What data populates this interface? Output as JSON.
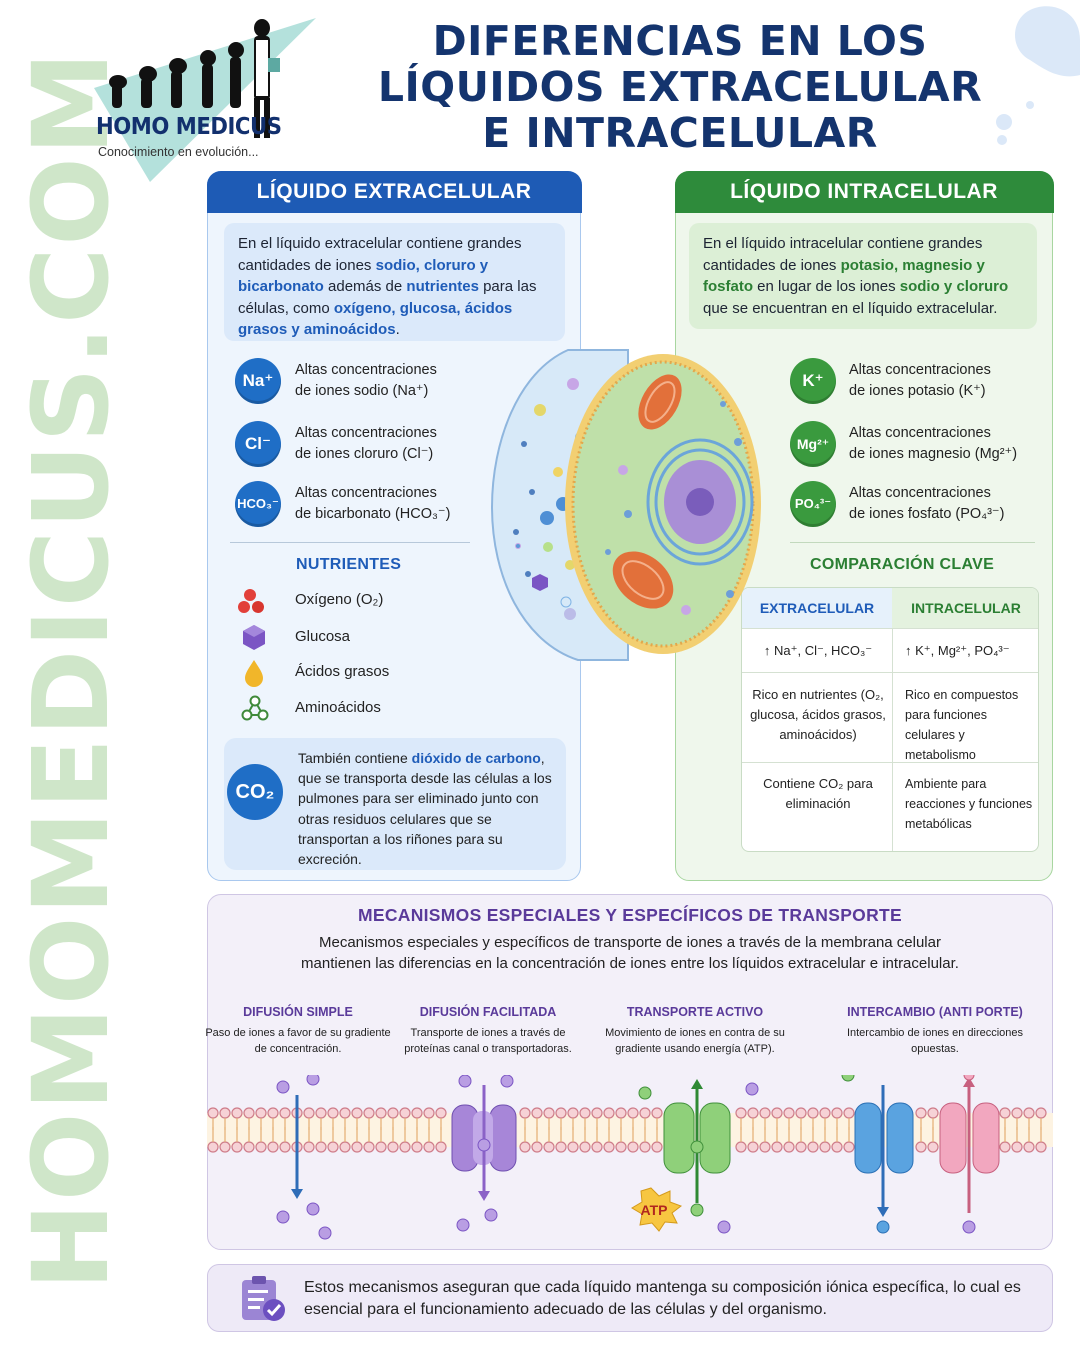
{
  "logo": {
    "brand": "HOMO MEDICUS",
    "tagline": "Conocimiento en evolución..."
  },
  "title": {
    "line1": "DIFERENCIAS EN LOS",
    "line2": "LÍQUIDOS EXTRACELULAR",
    "line3": "E INTRACELULAR"
  },
  "watermark": "HOMOMEDICUS.COM",
  "extracellular": {
    "header": "LÍQUIDO EXTRACELULAR",
    "intro": {
      "t1": "En el líquido extracelular contiene grandes cantidades de iones ",
      "h1": "sodio, cloruro y bicarbonato",
      "t2": " además de ",
      "h2": "nutrientes",
      "t3": " para las células, como ",
      "h3": "oxígeno, glucosa, ácidos grasos y aminoácidos",
      "t4": "."
    },
    "ions": [
      {
        "badge": "Na⁺",
        "line1": "Altas concentraciones",
        "line2": "de iones sodio (Na⁺)"
      },
      {
        "badge": "Cl⁻",
        "line1": "Altas concentraciones",
        "line2": "de iones cloruro (Cl⁻)"
      },
      {
        "badge": "HCO₃⁻",
        "line1": "Altas concentraciones",
        "line2": "de bicarbonato (HCO₃⁻)"
      }
    ],
    "nutrients_header": "NUTRIENTES",
    "nutrients": [
      "Oxígeno (O₂)",
      "Glucosa",
      "Ácidos grasos",
      "Aminoácidos"
    ],
    "co2": {
      "badge": "CO₂",
      "t1": "También contiene ",
      "h1": "dióxido de carbono",
      "t2": ", que se transporta desde las células a los pulmones para ser eliminado junto con otras residuos celulares que se transportan a los riñones para su excreción."
    }
  },
  "intracellular": {
    "header": "LÍQUIDO INTRACELULAR",
    "intro": {
      "t1": "En el líquido intracelular contiene grandes cantidades de iones ",
      "h1": "potasio, magnesio y fosfato",
      "t2": " en lugar de los iones ",
      "h2": "sodio y cloruro",
      "t3": " que se encuentran en el líquido extracelular."
    },
    "ions": [
      {
        "badge": "K⁺",
        "line1": "Altas concentraciones",
        "line2": "de iones potasio (K⁺)"
      },
      {
        "badge": "Mg²⁺",
        "line1": "Altas concentraciones",
        "line2": "de iones magnesio (Mg²⁺)"
      },
      {
        "badge": "PO₄³⁻",
        "line1": "Altas concentraciones",
        "line2": "de iones fosfato (PO₄³⁻)"
      }
    ],
    "comparison_header": "COMPARACIÓN CLAVE",
    "comparison": {
      "col1": "EXTRACELULAR",
      "col2": "INTRACELULAR",
      "rows": [
        {
          "left": "↑ Na⁺, Cl⁻, HCO₃⁻",
          "right": "↑ K⁺, Mg²⁺, PO₄³⁻"
        },
        {
          "left": "Rico en nutrientes (O₂, glucosa, ácidos grasos, aminoácidos)",
          "right": "Rico en compuestos para funciones celulares y metabolismo"
        },
        {
          "left": "Contiene CO₂ para eliminación",
          "right": "Ambiente para reacciones y funciones metabólicas"
        }
      ]
    }
  },
  "transport": {
    "title": "MECANISMOS ESPECIALES Y ESPECÍFICOS DE TRANSPORTE",
    "subtitle": "Mecanismos especiales y específicos de transporte de iones a través de la membrana celular mantienen las diferencias en la concentración de iones entre los líquidos extracelular e intracelular.",
    "mechanisms": [
      {
        "title": "DIFUSIÓN SIMPLE",
        "desc": "Paso de iones a favor de su gradiente de concentración."
      },
      {
        "title": "DIFUSIÓN FACILITADA",
        "desc": "Transporte de iones a través de proteínas canal o transportadoras."
      },
      {
        "title": "TRANSPORTE ACTIVO",
        "desc": "Movimiento de iones en contra de su gradiente usando energía (ATP)."
      },
      {
        "title": "INTERCAMBIO (ANTI PORTE)",
        "desc": "Intercambio de iones en direcciones opuestas."
      }
    ],
    "atp_label": "ATP"
  },
  "note": "Estos mecanismos aseguran que cada líquido mantenga su composición iónica específica, lo cual es esencial para el funcionamiento adecuado de las células y del organismo.",
  "colors": {
    "ec_blue": "#1e5bb5",
    "ic_green": "#2e8b3b",
    "title_navy": "#14346e",
    "transport_purple": "#5a3a9a"
  }
}
